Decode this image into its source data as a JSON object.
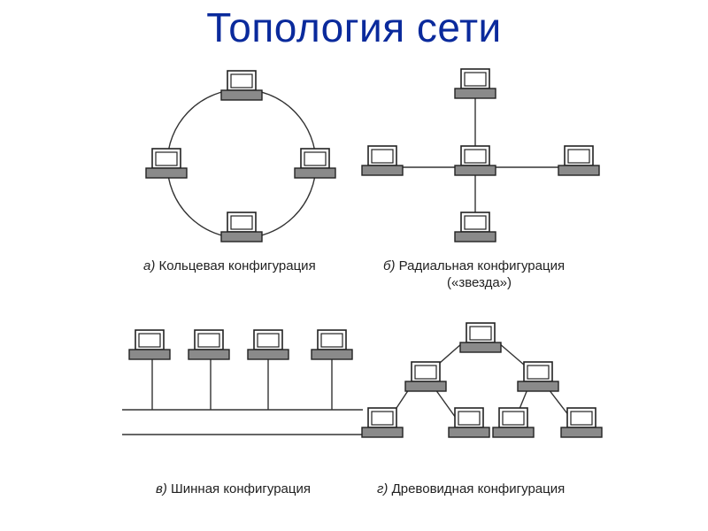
{
  "title": "Топология сети",
  "diagrams": {
    "ring": {
      "letter": "а)",
      "caption": "Кольцевая конфигурация"
    },
    "star": {
      "letter": "б)",
      "caption": "Радиальная конфигурация",
      "caption2": "(«звезда»)"
    },
    "bus": {
      "letter": "в)",
      "caption": "Шинная конфигурация"
    },
    "tree": {
      "letter": "г)",
      "caption": "Древовидная конфигурация"
    }
  },
  "colors": {
    "title": "#0a2a9c",
    "base": "#8a8a8a",
    "line": "#333333"
  }
}
